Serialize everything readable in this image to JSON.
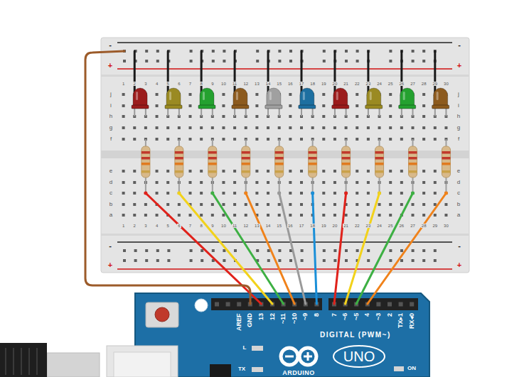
{
  "diagram": {
    "labels": [
      "-",
      "-",
      "+",
      "+",
      "1",
      "2",
      "3",
      "4",
      "5",
      "6",
      "7",
      "8",
      "9",
      "10",
      "11",
      "12",
      "13",
      "14",
      "15",
      "16",
      "17",
      "18",
      "19",
      "20",
      "21",
      "22",
      "23",
      "24",
      "25",
      "26",
      "27",
      "28",
      "29",
      "30",
      "j",
      "i",
      "h",
      "g",
      "f",
      "e",
      "d",
      "c",
      "b",
      "a",
      "j",
      "i",
      "h",
      "g",
      "f",
      "e",
      "d",
      "c",
      "b",
      "a",
      "1",
      "2",
      "3",
      "4",
      "5",
      "6",
      "7",
      "8",
      "9",
      "10",
      "11",
      "12",
      "13",
      "14",
      "15",
      "16",
      "17",
      "18",
      "19",
      "20",
      "21",
      "22",
      "23",
      "24",
      "25",
      "26",
      "27",
      "28",
      "29",
      "30",
      "-",
      "-",
      "+",
      "+",
      "AREF",
      "GND",
      "13",
      "12",
      "~11",
      "~10",
      "~9",
      "8",
      "7",
      "~6",
      "~5",
      "4",
      "~3",
      "2",
      "TX▸1",
      "RX◂0",
      "DIGITAL (PWM~)",
      "L",
      "UNO",
      "TX",
      "ON",
      "ARDUINO"
    ]
  }
}
